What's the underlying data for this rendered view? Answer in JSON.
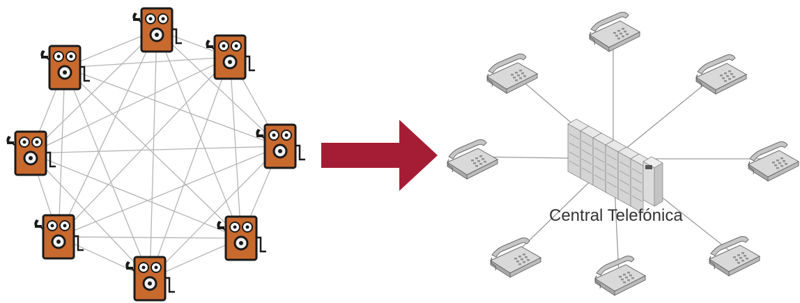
{
  "before": {
    "phone_icon": "crank-wall-telephone-icon",
    "phone_count": 8,
    "topology": "full-mesh",
    "phone_fill": "#c8692e",
    "phone_stroke": "#1a1a1a",
    "line_color": "#b4b4b4"
  },
  "arrow": {
    "icon": "right-arrow-icon",
    "color": "#a51d35"
  },
  "after": {
    "switch_icon": "telephone-exchange-cabinet-icon",
    "phone_icon": "desk-telephone-icon",
    "phone_count": 8,
    "topology": "star",
    "label": "Central Telefónica",
    "line_color": "#9a9a9a"
  }
}
